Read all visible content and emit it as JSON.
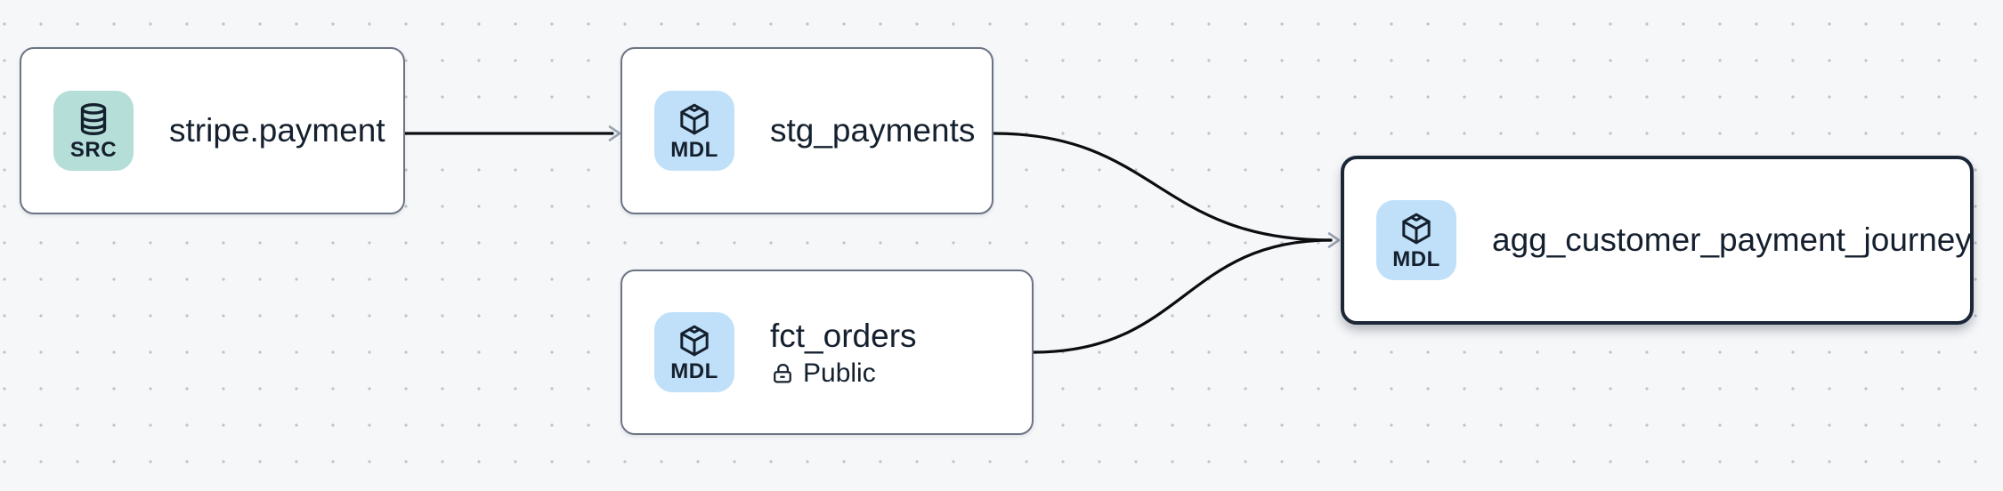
{
  "canvas": {
    "background_color": "#f6f7f9",
    "dot_color": "#bfc3cc",
    "edge_color": "#0b0d11",
    "arrowhead_color": "#9aa3b0",
    "node_border_color": "#6b7484",
    "selected_node_border_color": "#1b2737",
    "source_badge_color": "#b5ded9",
    "model_badge_color": "#bfe0f8",
    "text_color": "#15202e"
  },
  "nodes": [
    {
      "title": "stripe.payment",
      "badge": "SRC",
      "icon": "database-icon"
    },
    {
      "title": "stg_payments",
      "badge": "MDL",
      "icon": "cube-icon"
    },
    {
      "title": "fct_orders",
      "badge": "MDL",
      "icon": "cube-icon",
      "visibility": "Public",
      "visibility_icon": "lock-open-icon"
    },
    {
      "title": "agg_customer_payment_journey",
      "badge": "MDL",
      "icon": "cube-icon",
      "selected": true
    }
  ],
  "edges": [
    {
      "from": "stripe.payment",
      "to": "stg_payments"
    },
    {
      "from": "stg_payments",
      "to": "agg_customer_payment_journey"
    },
    {
      "from": "fct_orders",
      "to": "agg_customer_payment_journey"
    }
  ]
}
